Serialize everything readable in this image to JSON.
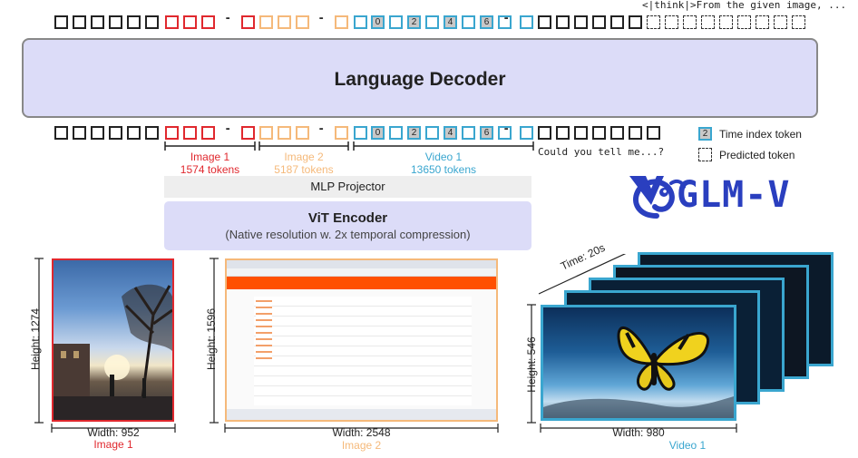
{
  "top_text": "<|think|>From the given image, ...",
  "decoder_label": "Language Decoder",
  "time_indices": [
    "0",
    "2",
    "4",
    "6"
  ],
  "groups": {
    "image1": {
      "name": "Image 1",
      "tokens": "1574 tokens",
      "color": "#e0282e"
    },
    "image2": {
      "name": "Image 2",
      "tokens": "5187 tokens",
      "color": "#f5b97a"
    },
    "video1": {
      "name": "Video 1",
      "tokens": "13650 tokens",
      "color": "#3aa6cf"
    }
  },
  "prompt_text": "Could you tell me...?",
  "legend": {
    "time_index_sample": "2",
    "time_index_label": "Time index token",
    "predicted_label": "Predicted token"
  },
  "mlp_label": "MLP Projector",
  "vit": {
    "title": "ViT Encoder",
    "subtitle": "(Native resolution w. 2x temporal compression)"
  },
  "logo_text": "GLM-V",
  "image1": {
    "height": "Height: 1274",
    "width": "Width: 952",
    "caption": "Image 1"
  },
  "image2": {
    "height": "Height: 1596",
    "width": "Width: 2548",
    "caption": "Image 2"
  },
  "video1": {
    "height": "Height: 546",
    "width": "Width: 980",
    "time": "Time: 20s",
    "caption": "Video 1"
  },
  "colors": {
    "decoder_fill": "#dcdcf8",
    "accent_red": "#e0282e",
    "accent_orange": "#f5b97a",
    "accent_blue": "#3aa6cf",
    "logo_blue": "#2a3fbf"
  }
}
